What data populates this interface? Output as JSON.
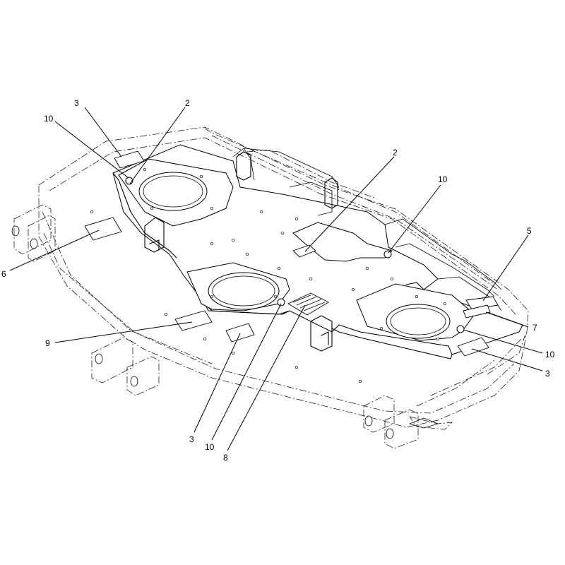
{
  "callouts": [
    {
      "id": "c3-top",
      "label": "3"
    },
    {
      "id": "c2-top",
      "label": "2"
    },
    {
      "id": "c10-top",
      "label": "10"
    },
    {
      "id": "c2-mid",
      "label": "2"
    },
    {
      "id": "c10-right",
      "label": "10"
    },
    {
      "id": "c5",
      "label": "5"
    },
    {
      "id": "c6",
      "label": "6"
    },
    {
      "id": "c7",
      "label": "7"
    },
    {
      "id": "c9",
      "label": "9"
    },
    {
      "id": "c10-lower-right",
      "label": "10"
    },
    {
      "id": "c3-right",
      "label": "3"
    },
    {
      "id": "c3-bottom",
      "label": "3"
    },
    {
      "id": "c10-bottom",
      "label": "10"
    },
    {
      "id": "c8",
      "label": "8"
    }
  ]
}
